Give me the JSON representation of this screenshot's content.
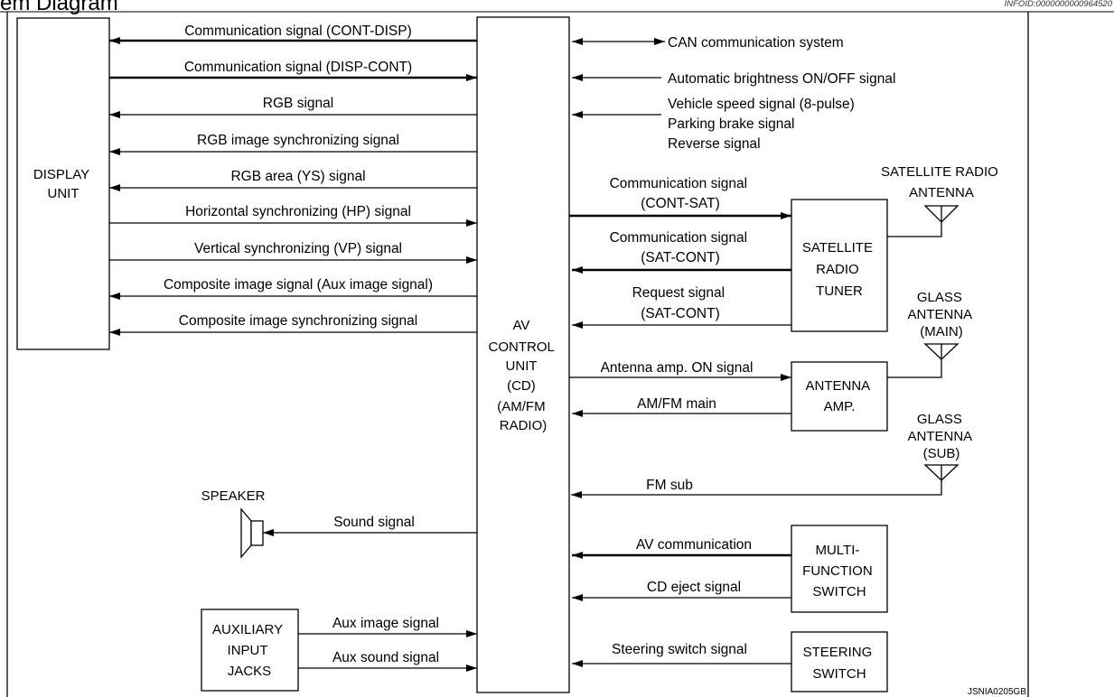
{
  "header": {
    "title": "em Diagram",
    "infoid": "INFOID:0000000000964520"
  },
  "frame_code": "JSNIA0205GB",
  "blocks": {
    "display_unit": [
      "DISPLAY",
      "UNIT"
    ],
    "av_control_unit": [
      "AV",
      "CONTROL",
      "UNIT",
      "(CD)",
      "(AM/FM",
      "RADIO)"
    ],
    "satellite_radio_tuner": [
      "SATELLITE",
      "RADIO",
      "TUNER"
    ],
    "antenna_amp": [
      "ANTENNA",
      "AMP."
    ],
    "multi_function_switch": [
      "MULTI-",
      "FUNCTION",
      "SWITCH"
    ],
    "steering_switch": [
      "STEERING",
      "SWITCH"
    ],
    "auxiliary_input_jacks": [
      "AUXILIARY",
      "INPUT",
      "JACKS"
    ],
    "speaker": "SPEAKER",
    "satellite_radio_antenna": [
      "SATELLITE RADIO",
      "ANTENNA"
    ],
    "glass_antenna_main": [
      "GLASS",
      "ANTENNA",
      "(MAIN)"
    ],
    "glass_antenna_sub": [
      "GLASS",
      "ANTENNA",
      "(SUB)"
    ]
  },
  "signals": {
    "comm_cont_disp": "Communication signal (CONT-DISP)",
    "comm_disp_cont": "Communication signal (DISP-CONT)",
    "rgb": "RGB signal",
    "rgb_sync": "RGB image synchronizing signal",
    "rgb_area": "RGB area (YS) signal",
    "hp": "Horizontal synchronizing (HP) signal",
    "vp": "Vertical synchronizing (VP) signal",
    "composite_aux": "Composite image signal (Aux image signal)",
    "composite_sync": "Composite image synchronizing signal",
    "can": "CAN communication system",
    "auto_brightness": "Automatic brightness ON/OFF signal",
    "vehicle_inputs": [
      "Vehicle speed signal (8-pulse)",
      "Parking brake signal",
      "Reverse signal"
    ],
    "comm_cont_sat": [
      "Communication signal",
      "(CONT-SAT)"
    ],
    "comm_sat_cont": [
      "Communication signal",
      "(SAT-CONT)"
    ],
    "request_sat_cont": [
      "Request signal",
      "(SAT-CONT)"
    ],
    "antenna_amp_on": "Antenna amp. ON signal",
    "am_fm_main": "AM/FM main",
    "fm_sub": "FM sub",
    "sound": "Sound signal",
    "av_communication": "AV communication",
    "cd_eject": "CD eject signal",
    "steering_switch_signal": "Steering switch signal",
    "aux_image": "Aux image signal",
    "aux_sound": "Aux sound signal"
  }
}
